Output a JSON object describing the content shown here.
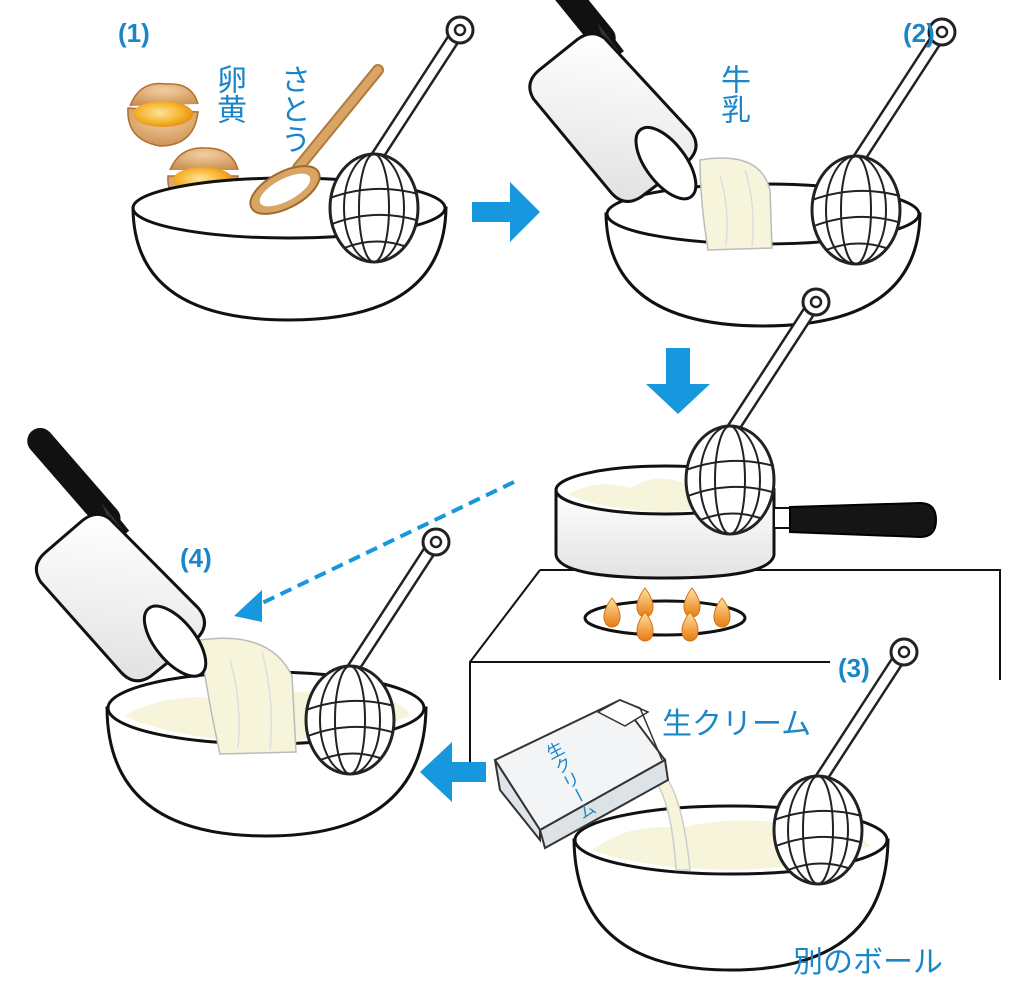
{
  "steps": {
    "s1": "(1)",
    "s2": "(2)",
    "s3": "(3)",
    "s4": "(4)"
  },
  "labels": {
    "egg_yolk": "卵黄",
    "sugar": "さとう",
    "milk": "牛乳",
    "fresh_cream": "生クリーム",
    "carton_text": "生クリーム",
    "separate_bowl": "別のボール"
  },
  "colors": {
    "accent": "#1a86c8",
    "arrow": "#1797dd",
    "liquid": "#f6f5dc",
    "yolk": "#f3a21a",
    "wood": "#d6a569",
    "handle": "#1a1a1a",
    "flame": "#f0a030"
  }
}
